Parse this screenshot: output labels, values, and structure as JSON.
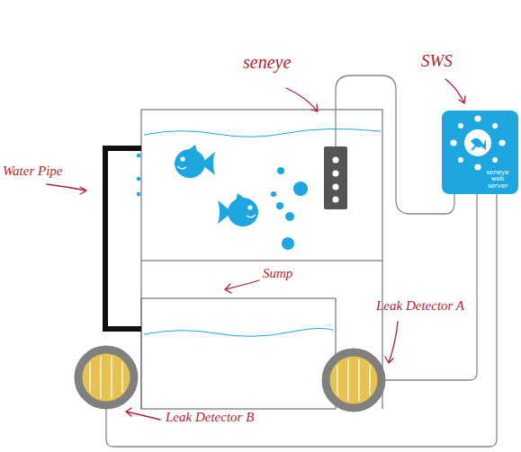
{
  "diagram": {
    "nodes": [
      {
        "text": [
          "seneye web server"
        ]
      }
    ],
    "labels": [
      "seneye",
      "SWS",
      "Water Pipe",
      "Sump",
      "Leak Detector A",
      "Leak Detector B"
    ]
  }
}
